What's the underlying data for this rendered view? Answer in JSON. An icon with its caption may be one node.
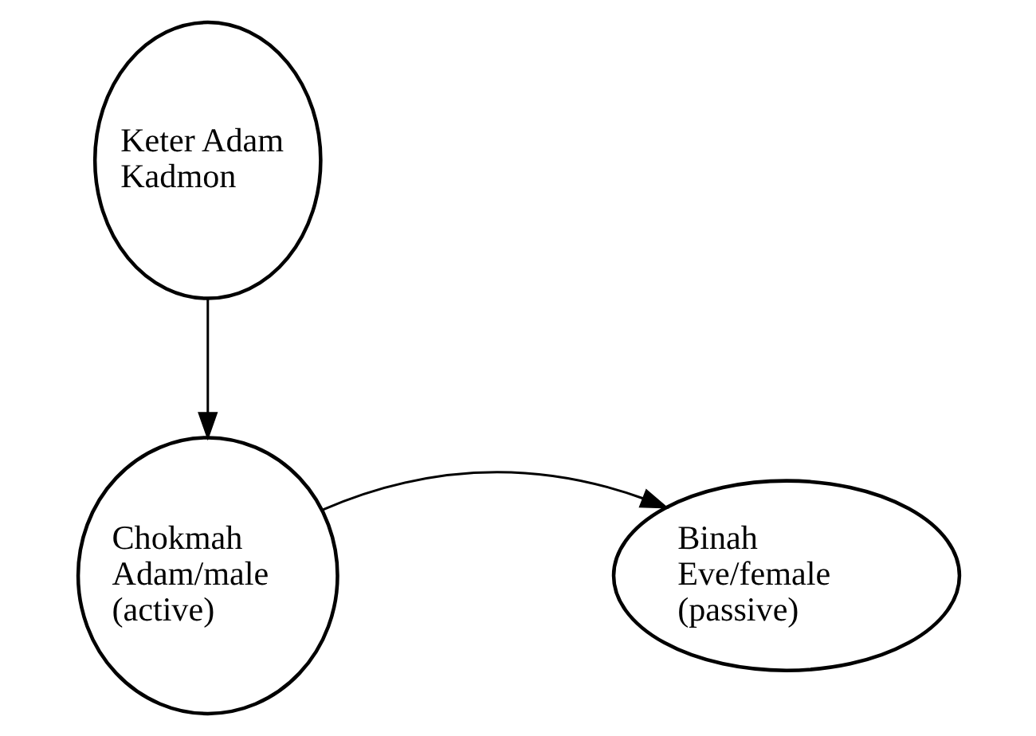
{
  "diagram": {
    "nodes": [
      {
        "text": [
          "Keter Adam Kadmon"
        ]
      },
      {
        "text": [
          "Chokmah Adam/male (active)"
        ]
      },
      {
        "text": [
          "Binah Eve/female (passive)"
        ]
      }
    ],
    "edges": [
      {
        "from": 0,
        "to": 1,
        "arrow": "to"
      },
      {
        "from": 1,
        "to": 2,
        "arrow": "to"
      }
    ]
  }
}
